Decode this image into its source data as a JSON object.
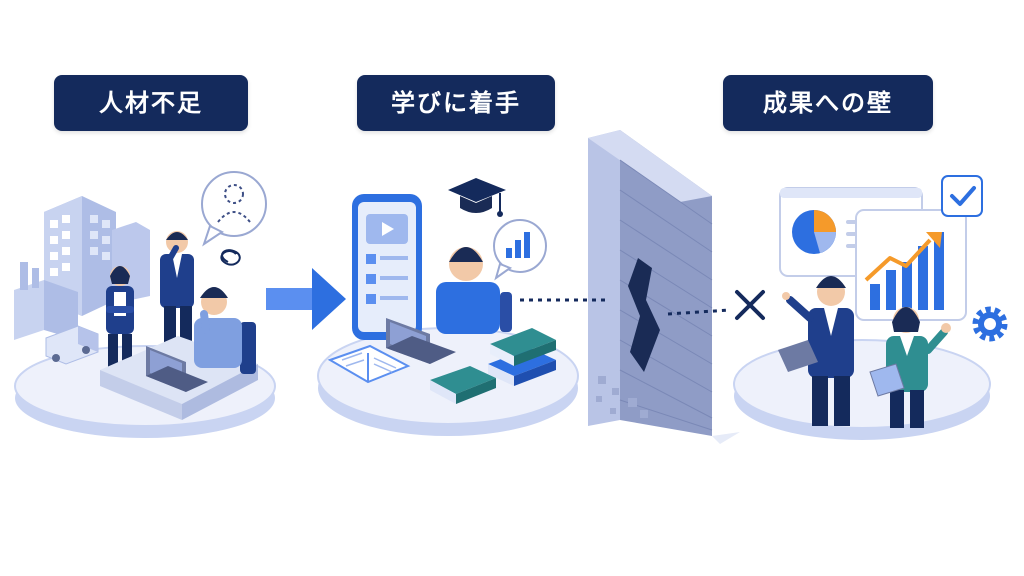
{
  "stages": [
    {
      "label": "人材不足"
    },
    {
      "label": "学びに着手"
    },
    {
      "label": "成果への壁"
    }
  ],
  "colors": {
    "label_bg": "#142a5c",
    "accent_blue": "#2d6fe0",
    "platform": "#eef1fb",
    "wall": "#8f9cc6",
    "teal": "#2f8e91",
    "orange": "#f59a2a"
  },
  "icons": [
    "building-icon",
    "factory-icon",
    "truck-icon",
    "person-silhouette-icon",
    "confusion-scribble-icon",
    "arrow-right-icon",
    "smartphone-video-icon",
    "graduation-cap-icon",
    "bar-chart-icon",
    "book-icon",
    "brick-wall-icon",
    "cross-icon",
    "pie-chart-icon",
    "growth-arrow-icon",
    "checkmark-icon",
    "gear-icon"
  ]
}
